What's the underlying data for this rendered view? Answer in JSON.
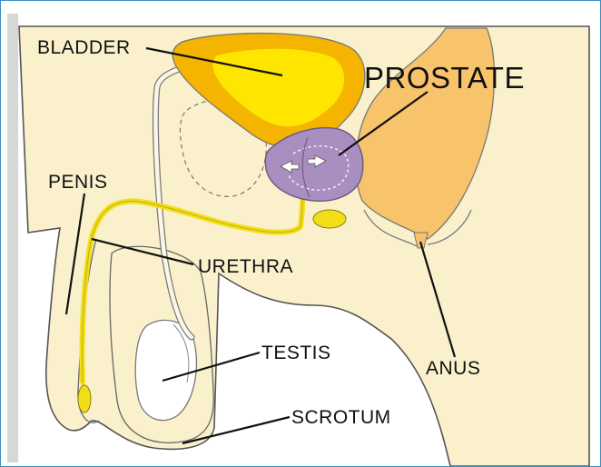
{
  "labels": {
    "bladder": "BLADDER",
    "prostate": "PROSTATE",
    "penis": "PENIS",
    "urethra": "URETHRA",
    "testis": "TESTIS",
    "anus": "ANUS",
    "scrotum": "SCROTUM"
  },
  "colors": {
    "skin": "#faf1cc",
    "bladder_wall": "#f5b400",
    "bladder_inner": "#ffe600",
    "urethra": "#f2de18",
    "prostate": "#a98ec0",
    "rectum": "#f7c36b",
    "testis": "#ffffff",
    "outline": "#444444",
    "frame_border": "#3a8fc4"
  }
}
